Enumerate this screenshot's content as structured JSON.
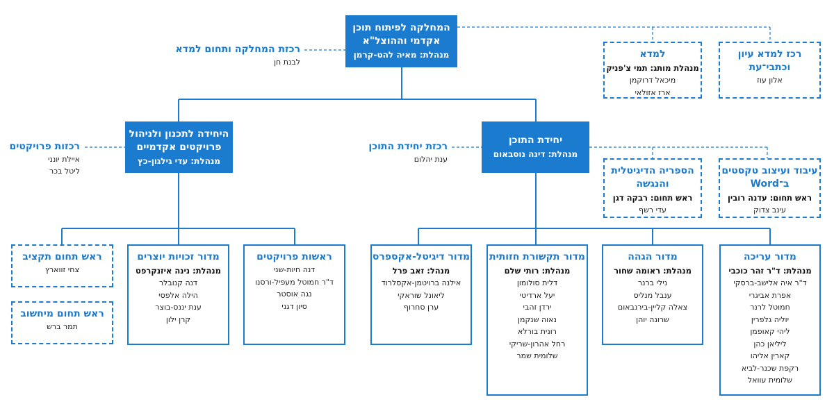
{
  "top": {
    "title_line1": "המחלקה לפיתוח תוכן",
    "title_line2": "אקדמי וההוצל\"א",
    "manager": "מנהלת: מאיה להט-קרמן"
  },
  "top_coordinator": {
    "title": "רכזת המחלקה ותחום למדא",
    "person": "לבנת חן"
  },
  "top_dashed": [
    {
      "title_line1": "למדא",
      "manager": "מנהלת מותג: תמי צ'פניק",
      "people": [
        "מיכאל דרוקמן",
        "ארז אזולאי"
      ]
    },
    {
      "title_line1": "רכז למדא עיון",
      "title_line2": "וכתבי־עת",
      "people": [
        "אלון עוז"
      ]
    }
  ],
  "units": {
    "left": {
      "title_line1": "היחידה לתכנון ולניהול",
      "title_line2": "פרויקטים אקדמיים",
      "manager": "מנהלת: עדי גילגון-כץ",
      "side": {
        "title": "רכזות פרויקטים",
        "people": [
          "איילת יונני",
          "ליטל בכר"
        ]
      }
    },
    "right": {
      "title_line1": "יחידת התוכן",
      "manager": "מנהלת: דינה נוסבאום",
      "side": {
        "title": "רכזת יחידת התוכן",
        "people": [
          "ענת יהלום"
        ]
      }
    }
  },
  "content_dashed": [
    {
      "title_line1": "הספריה הדיגיטלית",
      "title_line2": "והנגשה",
      "manager": "ראש תחום: רבקה דגן",
      "people": [
        "עדי רשף"
      ]
    },
    {
      "title_line1": "עיבוד ועיצוב טקסטים",
      "title_line2": "ב־Word",
      "manager": "ראש תחום: עדנה רובין",
      "people": [
        "עינב צדוק"
      ]
    }
  ],
  "left_depts": [
    {
      "title": "ראשות פרויקטים",
      "people": [
        "דנה חיות-שני",
        "ד\"ר חמוטל מעפיל-ורסנו",
        "נגה אוסטר",
        "סיון דגני"
      ]
    },
    {
      "title": "מדור זכויות יוצרים",
      "manager": "מנהלת: נינה איזנקרפט",
      "people": [
        "דנה קנובלר",
        "הילה אלפסי",
        "ענת יננס-בוצר",
        "קרן ילון"
      ]
    },
    {
      "title": "ראש תחום תקציב",
      "people": [
        "צחי זווארץ"
      ]
    },
    {
      "title": "ראש תחום מיחשוב",
      "people": [
        "תמר ברש"
      ]
    }
  ],
  "right_depts": [
    {
      "title": "מדור עריכה",
      "manager": "מנהלת: ד\"ר זהר כוכבי",
      "people": [
        "ד\"ר איה אלישב-ברסקי",
        "אפרת אביגרי",
        "חמוטל לרנר",
        "יוליה גלפרין",
        "ליהי קאופמן",
        "ליליאן כהן",
        "קארין אליהו",
        "רקפת שכנר-לביא",
        "שלומית עוואל"
      ]
    },
    {
      "title": "מדור הגהה",
      "manager": "מנהלת: ראומה שחור",
      "people": [
        "נילי ברנר",
        "ענבל מנליס",
        "צאלה קליין-בירנבאום",
        "שרונה יוהן"
      ]
    },
    {
      "title": "מדור תקשורת חזותית",
      "manager": "מנהלת: רותי שלם",
      "people": [
        "דלית סולומון",
        "יעל ארדיטי",
        "ירדן זהבי",
        "נאוה שנקמן",
        "רונית בורלא",
        "רחל אהרון-שריקי",
        "שלומית שמר"
      ]
    },
    {
      "title": "מדור דיגיטל-אקספרס",
      "manager": "מנהל: זאב פרל",
      "people": [
        "אילנה ברויטמן-אקסלרוד",
        "ליאונל שוראקי",
        "ערן סחרוף"
      ]
    }
  ]
}
